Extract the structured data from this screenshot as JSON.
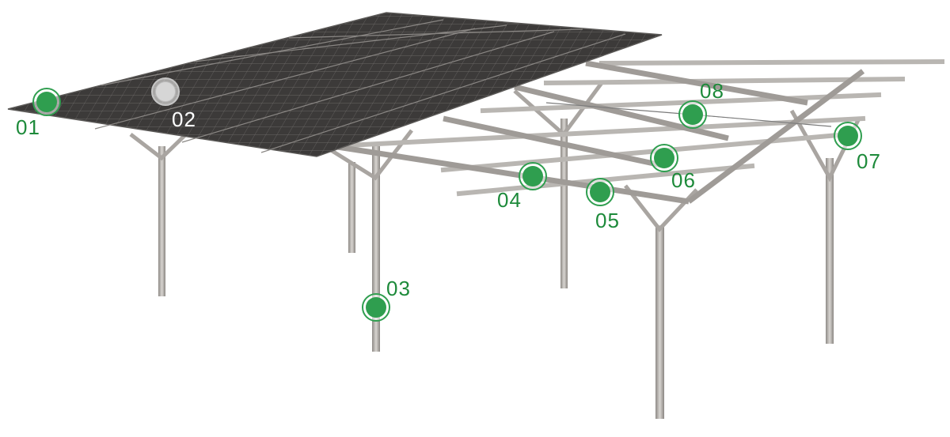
{
  "colors": {
    "accent": "#2f9e4f",
    "label_green": "#1d8a3a",
    "muted": "#c8c8c8",
    "label_white": "#ffffff"
  },
  "hotspots": [
    {
      "label": "01",
      "state": "active"
    },
    {
      "label": "02",
      "state": "inactive"
    },
    {
      "label": "03",
      "state": "active"
    },
    {
      "label": "04",
      "state": "active"
    },
    {
      "label": "05",
      "state": "active"
    },
    {
      "label": "06",
      "state": "active"
    },
    {
      "label": "07",
      "state": "active"
    },
    {
      "label": "08",
      "state": "active"
    }
  ]
}
